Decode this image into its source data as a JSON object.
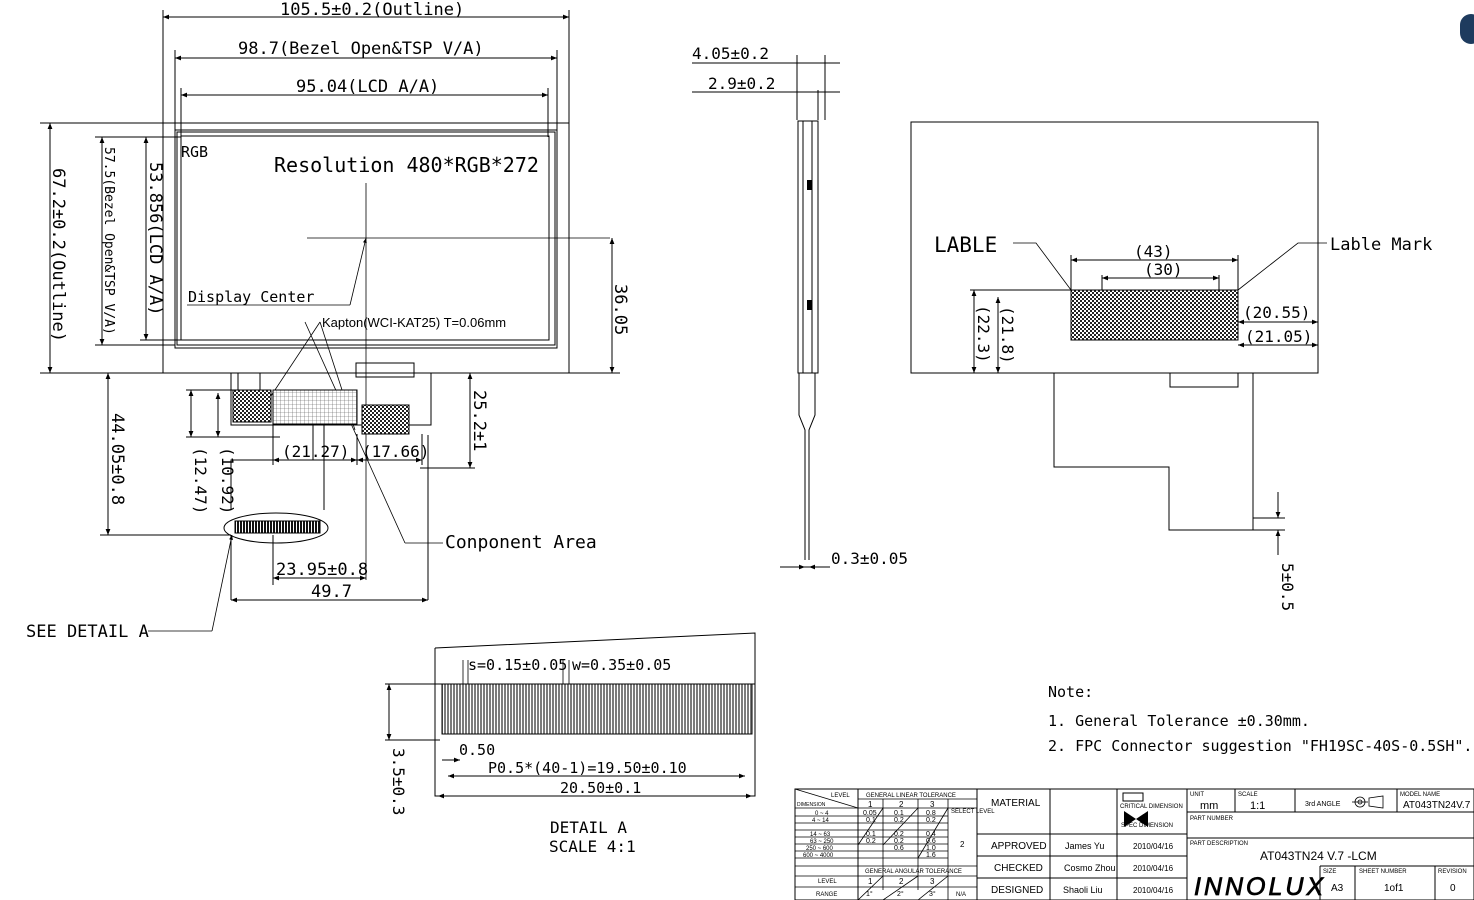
{
  "front": {
    "outline_width": "105.5±0.2(Outline)",
    "bezel_width": "98.7(Bezel Open&TSP V/A)",
    "lcd_width": "95.04(LCD A/A)",
    "outline_height": "67.2±0.2(Outline)",
    "bezel_height": "57.5(Bezel Open&TSP V/A)",
    "lcd_height": "53.856(LCD A/A)",
    "rgb": "RGB",
    "resolution": "Resolution 480*RGB*272",
    "display_center": "Display Center",
    "kapton": "Kapton(WCI-KAT25) T=0.06mm",
    "dim_36": "36.05",
    "dim_252": "25.2±1",
    "dim_4405": "44.05±0.8",
    "dim_1247": "(12.47)",
    "dim_1092": "(10.92)",
    "dim_2127": "(21.27)",
    "dim_1766": "(17.66)",
    "component_area": "Conponent Area",
    "dim_2395": "23.95±0.8",
    "dim_497": "49.7",
    "see_detail": "SEE DETAIL A"
  },
  "side": {
    "dim_405": "4.05±0.2",
    "dim_29": "2.9±0.2",
    "dim_03": "0.3±0.05"
  },
  "back": {
    "lable": "LABLE",
    "lable_mark": "Lable Mark",
    "dim_43": "(43)",
    "dim_30": "(30)",
    "dim_2055": "(20.55)",
    "dim_2105": "(21.05)",
    "dim_223": "(22.3)",
    "dim_218": "(21.8)",
    "dim_5": "5±0.5"
  },
  "detail": {
    "s": "s=0.15±0.05",
    "w": "w=0.35±0.05",
    "p050": "0.50",
    "pitch": "P0.5*(40-1)=19.50±0.10",
    "total": "20.50±0.1",
    "h": "3.5±0.3",
    "title": "DETAIL A",
    "scale": "SCALE 4:1"
  },
  "notes": {
    "head": "Note:",
    "n1": "1. General Tolerance ±0.30mm.",
    "n2": "2. FPC Connector suggestion \"FH19SC-40S-0.5SH\"."
  },
  "title_block": {
    "level": "LEVEL",
    "dimension": "DIMENSION",
    "gen_linear": "GENERAL LINEAR TOLERANCE",
    "gen_angular": "GENERAL ANGULAR TOLERANCE",
    "select_level": "SELECT LEVEL",
    "range": "RANGE",
    "col1": "1",
    "col2": "2",
    "col3": "3",
    "r1": "0 ~ 4",
    "r2": "4 ~ 14",
    "r3": "14 ~ 63",
    "r4": "63 ~ 250",
    "r5": "250 ~ 600",
    "r6": "600 ~ 4000",
    "v11": "0.05",
    "v12": "0.1",
    "v13": "0.8",
    "v21": "0.1",
    "v22": "0.2",
    "v23": "0.2",
    "v31": "0.1",
    "v32": "0.2",
    "v33": "0.4",
    "v41": "0.2",
    "v42": "0.2",
    "v43": "0.6",
    "v52": "0.6",
    "v53": "1.0",
    "v63": "1.6",
    "sel": "2",
    "a1": "1°",
    "a2": "2°",
    "a3": "3°",
    "na": "N/A",
    "material": "MATERIAL",
    "approved": "APPROVED",
    "checked": "CHECKED",
    "designed": "DESIGNED",
    "approved_by": "James Yu",
    "checked_by": "Cosmo Zhou",
    "designed_by": "Shaoli Liu",
    "date1": "2010/04/16",
    "date2": "2010/04/16",
    "date3": "2010/04/16",
    "critical": "CRITICAL DIMENSION",
    "spec": "SPEC DIMENSION",
    "unit": "UNIT",
    "unit_v": "mm",
    "scale": "SCALE",
    "scale_v": "1:1",
    "angle": "3rd ANGLE",
    "model": "MODEL NAME",
    "model_v": "AT043TN24V.7",
    "part_no": "PART NUMBER",
    "part_desc": "PART DESCRIPTION",
    "part_desc_v": "AT043TN24 V.7 -LCM",
    "logo": "INNOLUX",
    "size": "SIZE",
    "size_v": "A3",
    "sheet": "SHEET NUMBER",
    "sheet_v": "1of1",
    "rev": "REVISION",
    "rev_v": "0"
  }
}
